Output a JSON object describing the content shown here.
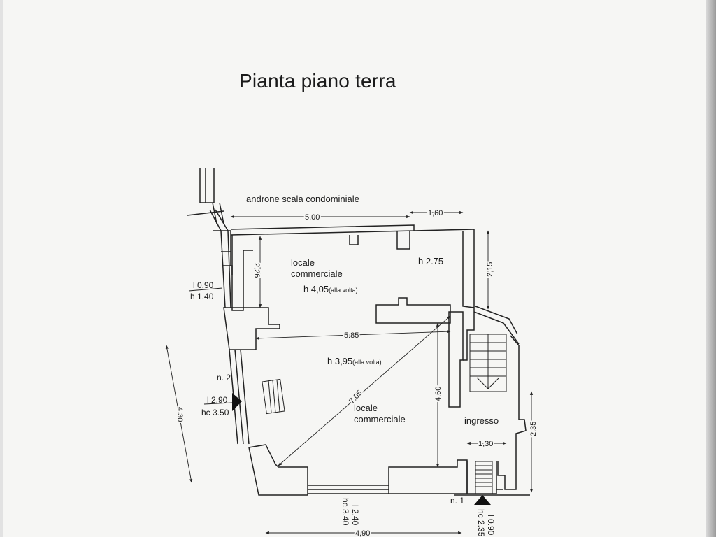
{
  "title": "Pianta piano terra",
  "labels": {
    "androne": "androne scala condominiale",
    "room1_l1": "locale",
    "room1_l2": "commerciale",
    "room1_h": "h 4,05",
    "room1_h_note": "(alla volta)",
    "room1_h2": "h 2.75",
    "room2_l1": "locale",
    "room2_l2": "commerciale",
    "room2_h": "h 3,95",
    "room2_h_note": "(alla volta)",
    "ingresso": "ingresso",
    "n1": "n. 1",
    "n2": "n. 2"
  },
  "dimensions": {
    "d500": "5,00",
    "d160": "1,60",
    "d215": "2,15",
    "d226": "2,26",
    "d585": "5.85",
    "d705": "7.05",
    "d460": "4,60",
    "d430": "4.30",
    "d235": "2,35",
    "d130": "1,30",
    "d490": "4,90"
  },
  "openings": {
    "win_l": "l 0.90",
    "win_h": "h 1.40",
    "n2_l": "l 2.90",
    "n2_hc": "hc 3.50",
    "bottom_l": "l 2.40",
    "bottom_hc": "hc 3.40",
    "n1_l": "l 0.90",
    "n1_hc": "hc 2.35"
  }
}
